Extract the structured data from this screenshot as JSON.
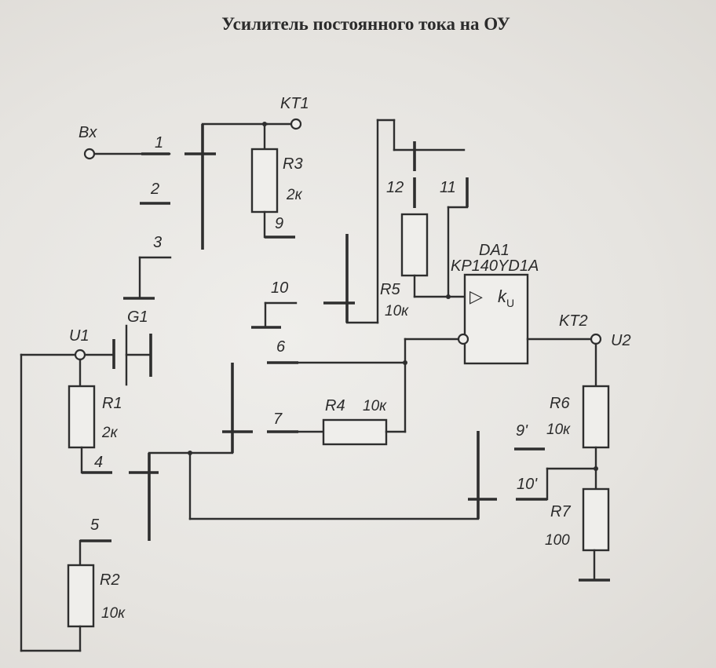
{
  "title": "Усилитель постоянного тока на ОУ",
  "terminals": {
    "input": "Bx",
    "kt1": "KT1",
    "kt2": "KT2",
    "u1": "U1",
    "u2": "U2"
  },
  "contacts": [
    "1",
    "2",
    "3",
    "4",
    "5",
    "6",
    "7",
    "9",
    "10",
    "11",
    "12",
    "9'",
    "10'"
  ],
  "components": {
    "r1": {
      "ref": "R1",
      "value": "2к"
    },
    "r2": {
      "ref": "R2",
      "value": "10к"
    },
    "r3": {
      "ref": "R3",
      "value": "2к"
    },
    "r4": {
      "ref": "R4",
      "value": "10к"
    },
    "r5": {
      "ref": "R5",
      "value": "10к"
    },
    "r6": {
      "ref": "R6",
      "value": "10к"
    },
    "r7": {
      "ref": "R7",
      "value": "100"
    },
    "g1": {
      "ref": "G1"
    },
    "da1": {
      "ref": "DA1",
      "part": "KP140YD1A",
      "symbol": "▷",
      "gain": "k",
      "gain_sub": "U"
    }
  }
}
